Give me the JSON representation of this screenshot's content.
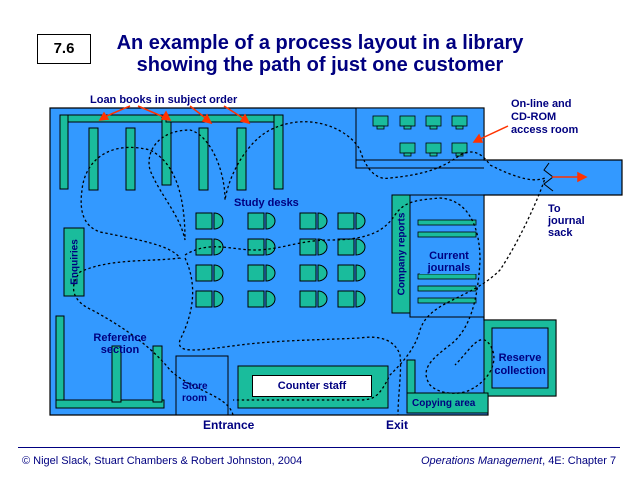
{
  "slide_number": "7.6",
  "title": {
    "line1": "An example of a process layout in a library",
    "line2": "showing the path of just one customer"
  },
  "labels": {
    "loan_books": "Loan books in subject order",
    "online": [
      "On-line and",
      "CD-ROM",
      "access room"
    ],
    "to_journal": [
      "To",
      "journal",
      "sack"
    ],
    "study_desks": "Study desks",
    "enquiries": "Enquiries",
    "company_reports": "Company reports",
    "current_journals": [
      "Current",
      "journals"
    ],
    "reference": [
      "Reference",
      "section"
    ],
    "reserve": [
      "Reserve",
      "collection"
    ],
    "store": [
      "Store",
      "room"
    ],
    "counter": "Counter staff",
    "copying": "Copying area",
    "entrance": "Entrance",
    "exit": "Exit"
  },
  "footer": {
    "left": "© Nigel Slack, Stuart Chambers & Robert Johnston, 2004",
    "right_title": "Operations Management",
    "right_rest": ", 4E: Chapter 7"
  },
  "colors": {
    "floor": "#3399ff",
    "furniture": "#1abc9c",
    "text": "#000080",
    "arrow": "#ff3300"
  }
}
